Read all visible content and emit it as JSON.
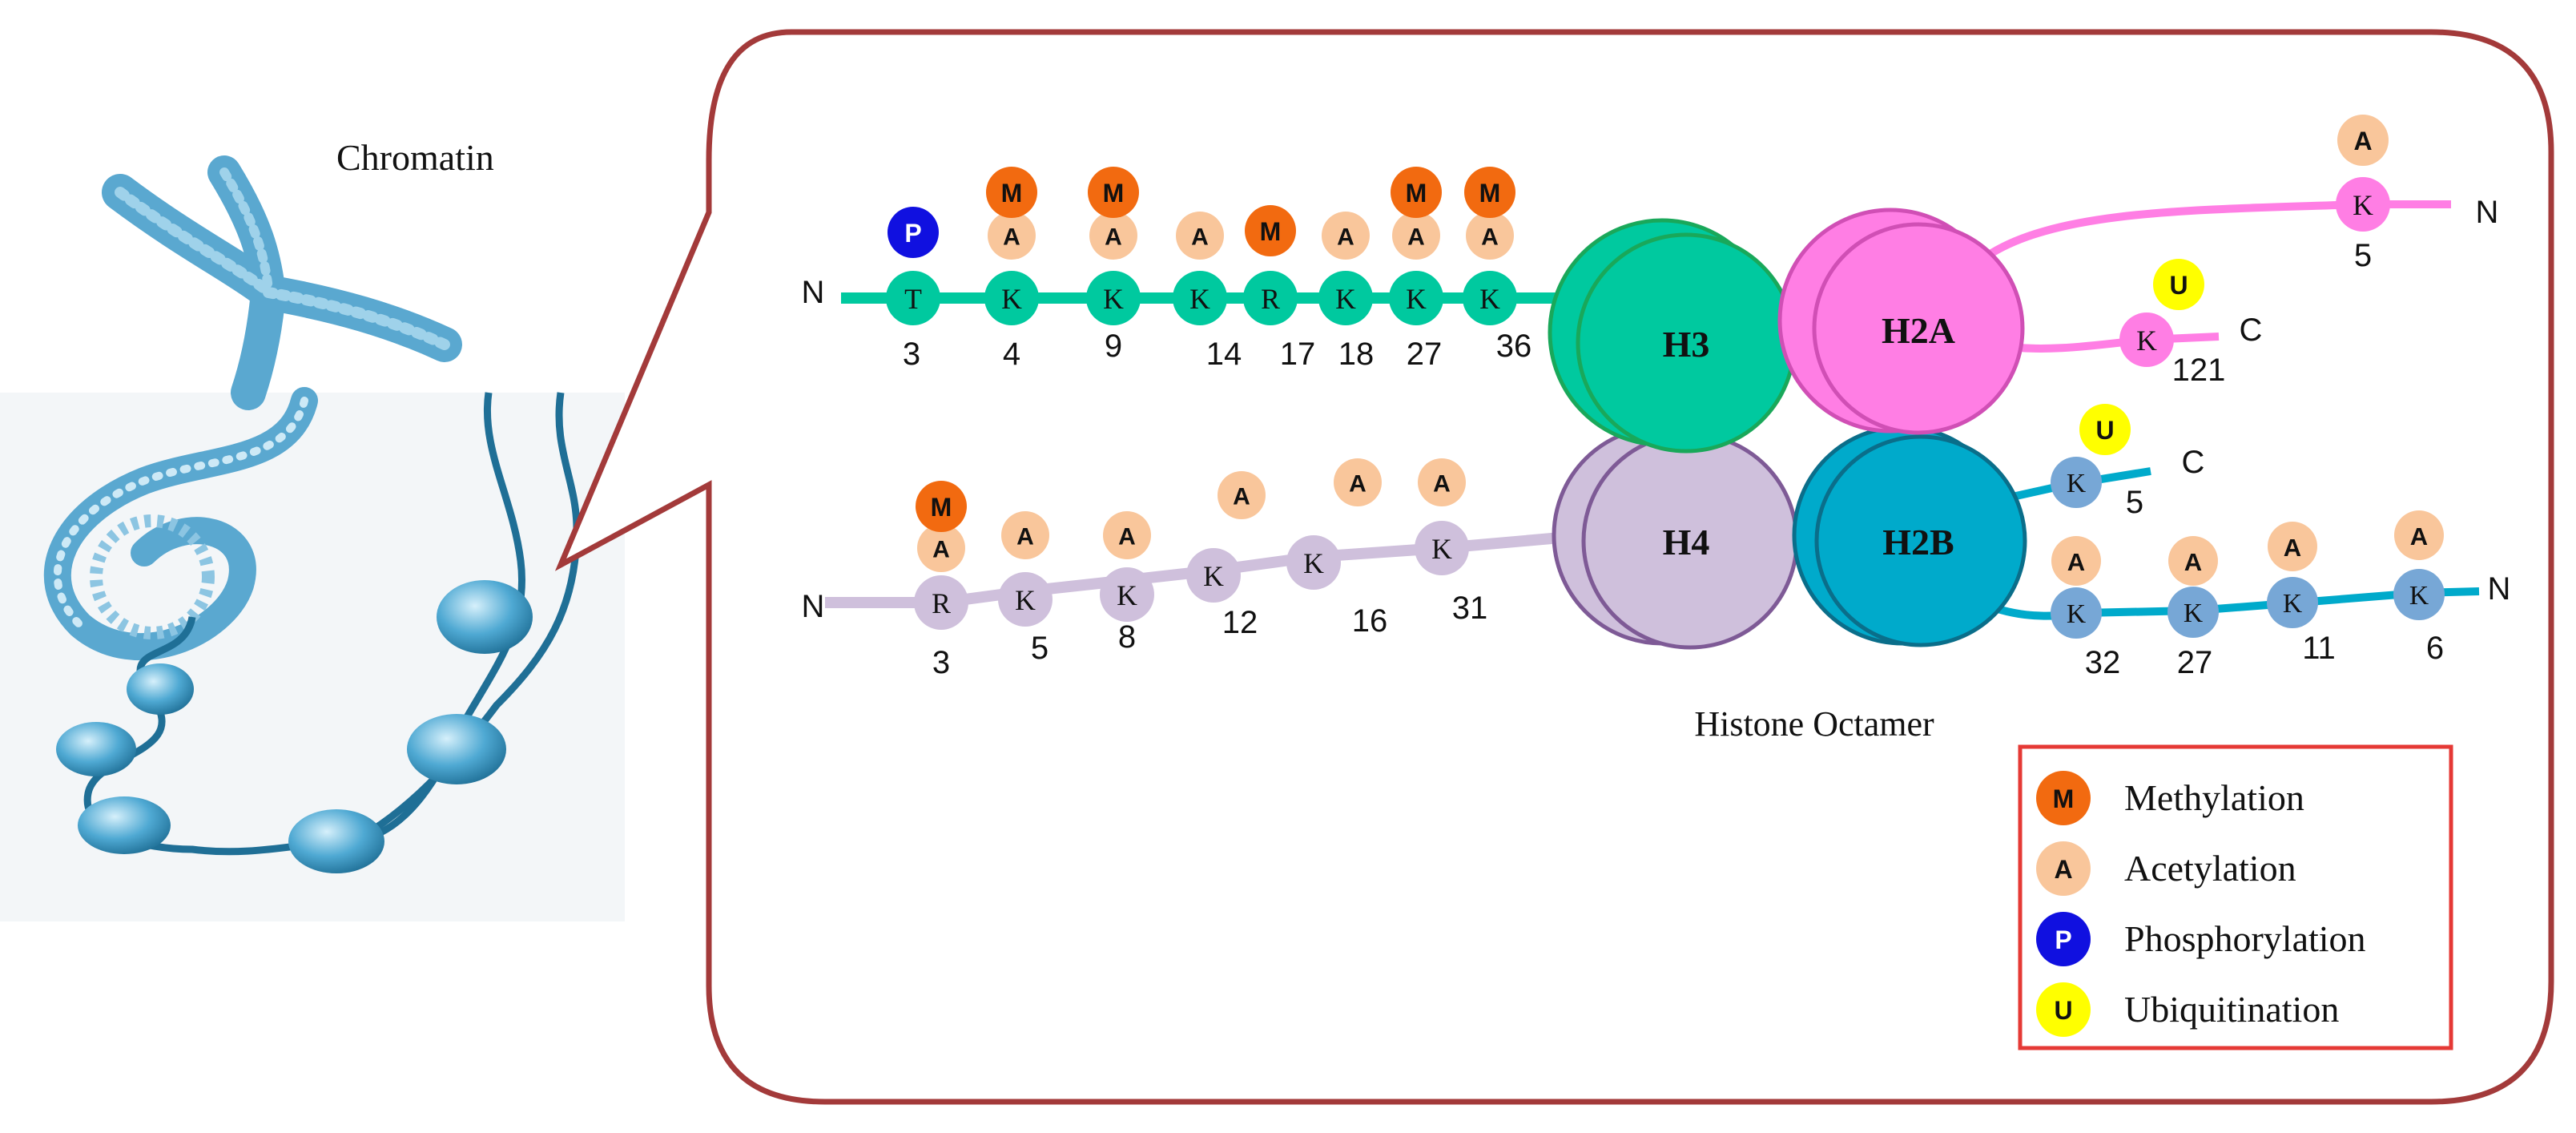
{
  "chromatin_label": "Chromatin",
  "octamer_label": "Histone Octamer",
  "colors": {
    "callout_border": "#a33a3a",
    "legend_border": "#e53935",
    "methylation": "#f26a10",
    "acetylation": "#f9c69b",
    "phosphorylation": "#1010e0",
    "ubiquitination": "#ffff00",
    "h3": "#00c99f",
    "h3_edge": "#19a85a",
    "h2a": "#ff7ee4",
    "h2a_edge": "#d04fb5",
    "h4": "#cfc0dc",
    "h4_edge": "#7e5a96",
    "h2b": "#00aacb",
    "h2b_edge": "#0a6e8a",
    "h2b_tail_node": "#77a7d6",
    "chromatin_blue": "#5aa8d0"
  },
  "histones": {
    "h3": "H3",
    "h2a": "H2A",
    "h4": "H4",
    "h2b": "H2B"
  },
  "h3_tail": {
    "n_label": "N",
    "residues": [
      {
        "aa": "T",
        "pos": "3",
        "marks": [
          "P"
        ]
      },
      {
        "aa": "K",
        "pos": "4",
        "marks": [
          "A",
          "M"
        ]
      },
      {
        "aa": "K",
        "pos": "9",
        "marks": [
          "A",
          "M"
        ]
      },
      {
        "aa": "K",
        "pos": "14",
        "marks": [
          "A"
        ]
      },
      {
        "aa": "R",
        "pos": "17",
        "marks": [
          "M"
        ]
      },
      {
        "aa": "K",
        "pos": "18",
        "marks": [
          "A"
        ]
      },
      {
        "aa": "K",
        "pos": "27",
        "marks": [
          "A",
          "M"
        ]
      },
      {
        "aa": "K",
        "pos": "36",
        "marks": [
          "A",
          "M"
        ]
      }
    ]
  },
  "h4_tail": {
    "n_label": "N",
    "residues": [
      {
        "aa": "R",
        "pos": "3",
        "marks": [
          "A",
          "M"
        ]
      },
      {
        "aa": "K",
        "pos": "5",
        "marks": [
          "A"
        ]
      },
      {
        "aa": "K",
        "pos": "8",
        "marks": [
          "A"
        ]
      },
      {
        "aa": "K",
        "pos": "12",
        "marks": [
          "A"
        ]
      },
      {
        "aa": "K",
        "pos": "16",
        "marks": [
          "A"
        ]
      },
      {
        "aa": "K",
        "pos": "31",
        "marks": [
          "A"
        ]
      }
    ]
  },
  "h2a_tails": {
    "n": {
      "end_label": "N",
      "residue": {
        "aa": "K",
        "pos": "5",
        "marks": [
          "A"
        ]
      }
    },
    "c": {
      "end_label": "C",
      "residue": {
        "aa": "K",
        "pos": "121",
        "marks": [
          "U"
        ]
      }
    }
  },
  "h2b_tails": {
    "c": {
      "end_label": "C",
      "residue": {
        "aa": "K",
        "pos": "5",
        "marks": [
          "U"
        ]
      }
    },
    "n": {
      "end_label": "N",
      "residues": [
        {
          "aa": "K",
          "pos": "32",
          "marks": [
            "A"
          ]
        },
        {
          "aa": "K",
          "pos": "27",
          "marks": [
            "A"
          ]
        },
        {
          "aa": "K",
          "pos": "11",
          "marks": [
            "A"
          ]
        },
        {
          "aa": "K",
          "pos": "6",
          "marks": [
            "A"
          ]
        }
      ]
    }
  },
  "legend": [
    {
      "code": "M",
      "label": "Methylation",
      "color_key": "methylation"
    },
    {
      "code": "A",
      "label": "Acetylation",
      "color_key": "acetylation"
    },
    {
      "code": "P",
      "label": "Phosphorylation",
      "color_key": "phosphorylation"
    },
    {
      "code": "U",
      "label": "Ubiquitination",
      "color_key": "ubiquitination"
    }
  ]
}
